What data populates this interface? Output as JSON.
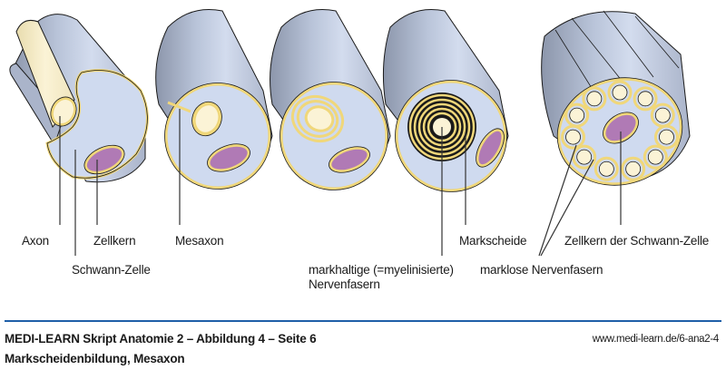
{
  "figure": {
    "stages": [
      {
        "name": "stage-1-axon-embedding"
      },
      {
        "name": "stage-2-mesaxon"
      },
      {
        "name": "stage-3-early-wrapping"
      },
      {
        "name": "stage-4-myelin-sheath"
      },
      {
        "name": "stage-5-unmyelinated-bundle"
      }
    ],
    "colors": {
      "cylinder_body": "#c9d3e6",
      "cylinder_shadow": "#8e98ad",
      "cross_section": "#cfdaef",
      "membrane": "#f0d77a",
      "axon": "#fbf3d6",
      "nucleus": "#b07ab5",
      "outline": "#1a1a1a"
    }
  },
  "labels": {
    "axon": "Axon",
    "zellkern": "Zellkern",
    "schwann_zelle": "Schwann-Zelle",
    "mesaxon": "Mesaxon",
    "markhaltige_line1": "markhaltige (=myelinisierte)",
    "markhaltige_line2": "Nervenfasern",
    "markscheide": "Markscheide",
    "marklose": "marklose Nervenfasern",
    "zellkern_schwann": "Zellkern der Schwann-Zelle"
  },
  "footer": {
    "title": "MEDI-LEARN Skript Anatomie 2 – Abbildung 4 – Seite 6",
    "subtitle": "Markscheidenbildung, Mesaxon",
    "url": "www.medi-learn.de/6-ana2-4",
    "rule_color": "#1f5fa8"
  }
}
